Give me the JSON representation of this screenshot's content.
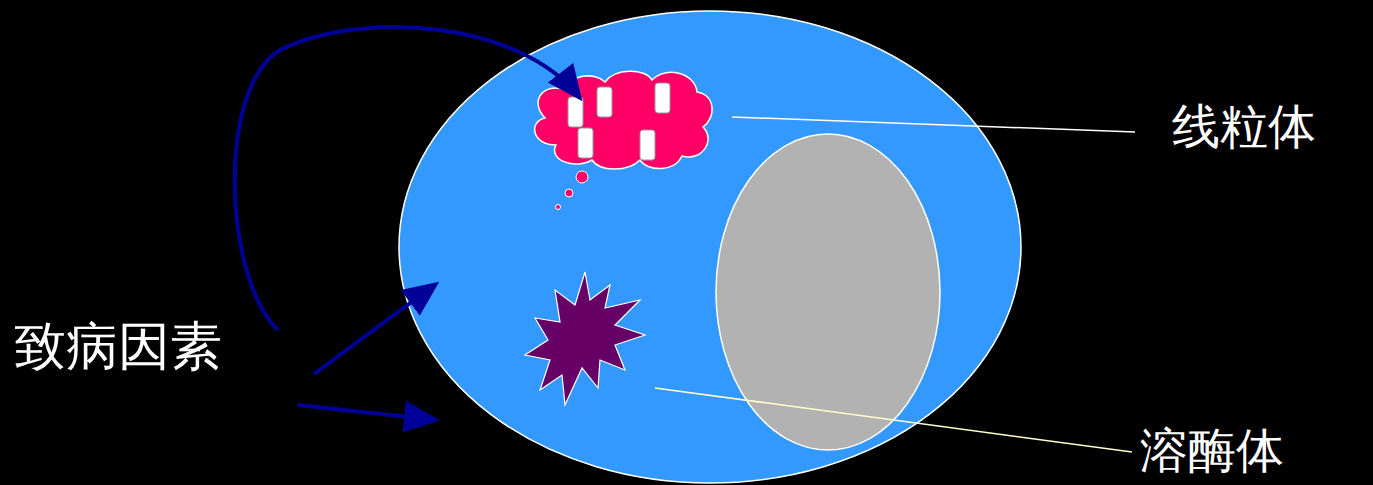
{
  "diagram": {
    "labels": [
      "线粒体",
      "致病因素",
      "溶酶体"
    ]
  }
}
